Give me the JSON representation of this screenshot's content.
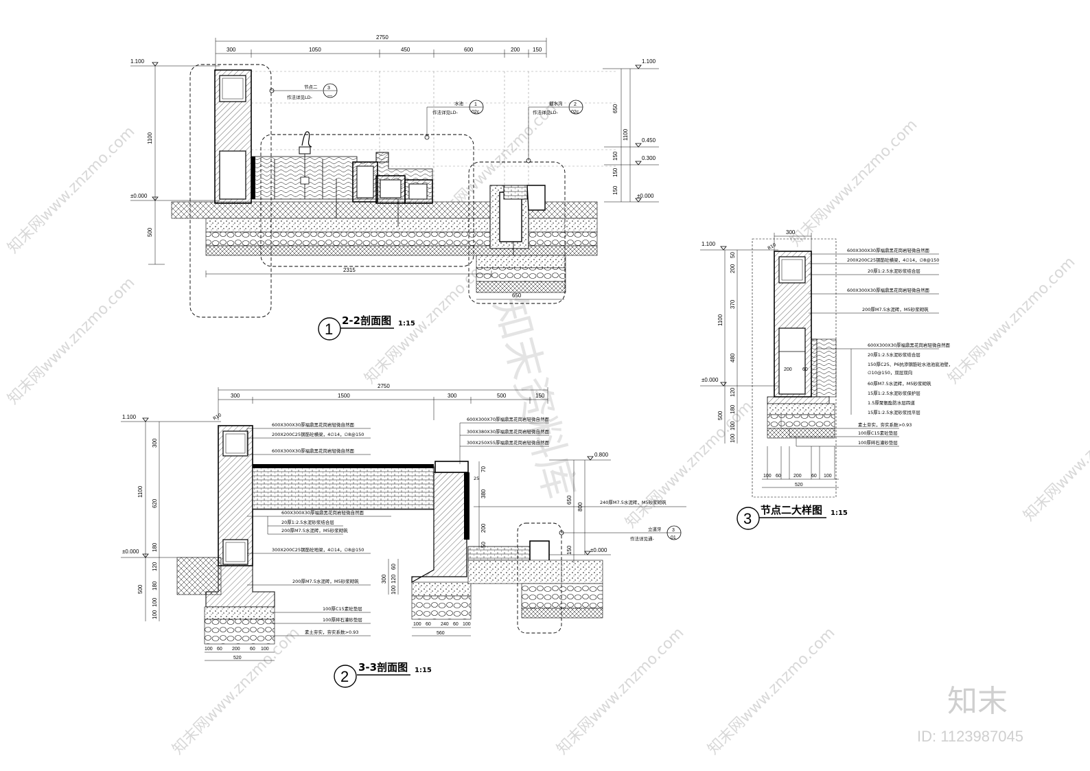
{
  "sheet": {
    "watermark_text": "知末网www.znzmo.com",
    "watermark_center": "知末资料库",
    "brand": "知末",
    "id_label": "ID: 1123987045"
  },
  "section_1": {
    "number": "1",
    "title": "2-2剖面图",
    "scale": "1:15",
    "top_total_dim": "2750",
    "top_dims": [
      "300",
      "1050",
      "450",
      "600",
      "200",
      "150"
    ],
    "bottom_dim": "2315",
    "bottom_dim_right": "650",
    "left_elev_top": "1.100",
    "left_elev_zero": "±0.000",
    "left_dims": [
      "1100",
      "500"
    ],
    "right_elev_top": "1.100",
    "right_elev_mid1": "0.450",
    "right_elev_mid2": "0.300",
    "right_elev_zero": "±0.000",
    "right_dims": [
      "650",
      "150",
      "150",
      "150"
    ],
    "right_total": "1100",
    "callout_node": {
      "label": "节点二",
      "ref": "3",
      "sub": "—",
      "note": "作法详见LD-"
    },
    "callout_pool": {
      "label": "水池",
      "ref": "1",
      "sub": "02c",
      "note": "作法详见LD-"
    },
    "callout_drain": {
      "label": "截水沟",
      "ref": "2",
      "sub": "02c",
      "note": "作法详见LD-"
    }
  },
  "section_2": {
    "number": "2",
    "title": "3-3剖面图",
    "scale": "1:15",
    "top_total_dim": "2750",
    "top_dims": [
      "300",
      "1500",
      "300",
      "500",
      "150"
    ],
    "left_elev_top": "1.100",
    "left_elev_zero": "±0.000",
    "left_dims": [
      "300",
      "620",
      "180",
      "120",
      "180",
      "100",
      "100"
    ],
    "left_totals": [
      "1100",
      "500"
    ],
    "radius": "R10",
    "mid_dim": "50",
    "right_elev_top": "0.800",
    "right_elev_zero": "±0.000",
    "right_dims": [
      "25",
      "70",
      "380",
      "200",
      "50"
    ],
    "right_totals": [
      "650",
      "800",
      "150"
    ],
    "mid_vert_dims": [
      "300",
      "60",
      "120",
      "100"
    ],
    "footing_dims": [
      "100",
      "60",
      "200",
      "60",
      "100"
    ],
    "footing_total": "520",
    "footing2_dims": [
      "100",
      "60",
      "240",
      "60",
      "100"
    ],
    "footing2_total": "560",
    "notes_top_left": [
      "600X300X30厚福鼎黑花岗岩轻微自然面",
      "200X200C25钢筋砼横梁，4∅14，∅8@150",
      "600X300X30厚福鼎黑花岗岩轻微自然面"
    ],
    "notes_mid_left": [
      "600X300X30厚福鼎黑花岗岩轻微自然面",
      "20厚1:2.5水泥砂浆结合层",
      "200厚M7.5水泥砖，M5砂浆砌筑"
    ],
    "note_beam": "300X200C25钢筋砼地梁，4∅14，∅8@150",
    "note_wall": "200厚M7.5水泥砖，M5砂浆砌筑",
    "notes_base": [
      "100厚C15素砼垫层",
      "100厚碎石灌砂垫层",
      "素土夯实，夯实系数>0.93"
    ],
    "notes_top_right": [
      "600X300X70厚福鼎黑花岗岩轻微自然面",
      "300X380X30厚福鼎黑花岗岩轻微自然面",
      "300X250X55厚福鼎黑花岗岩轻微自然面"
    ],
    "note_right_wall": "240厚M7.5水泥砖，M5砂浆砌筑",
    "callout_curb": {
      "label": "立道牙",
      "ref": "3",
      "sub": "01",
      "note": "作法详见通-"
    }
  },
  "section_3": {
    "number": "3",
    "title": "节点二大样图",
    "scale": "1:15",
    "top_dim": "300",
    "radius": "R10",
    "elev_top": "1.100",
    "elev_zero": "±0.000",
    "left_dims": [
      "50",
      "200",
      "370",
      "480",
      "120",
      "180",
      "100",
      "100"
    ],
    "left_totals": [
      "1100",
      "500"
    ],
    "inner_dims": [
      "200",
      "60"
    ],
    "footing_dims": [
      "100",
      "60",
      "200",
      "60",
      "100"
    ],
    "footing_total": "520",
    "notes": [
      "600X300X30厚福鼎黑花岗岩轻微自然面",
      "200X200C25钢筋砼横梁，4∅14，∅8@150",
      "20厚1:2.5水泥砂浆结合层",
      "600X300X30厚福鼎黑花岗岩轻微自然面",
      "200厚M7.5水泥砖，M5砂浆砌筑",
      "600X300X30厚福鼎黑花岗岩轻微自然面",
      "20厚1:2.5水泥砂浆结合层",
      "150厚C25、P6抗渗钢筋砼水池池底池壁，",
      "∅10@150，双层双向",
      "60厚M7.5水泥砖，M5砂浆砌筑",
      "15厚1:2.5水泥砂浆保护层",
      "1.5厚聚氨酯防水层四道",
      "15厚1:2.5水泥砂浆找平层",
      "素土夯实，夯实系数>0.93",
      "100厚C15素砼垫层",
      "100厚碎石灌砂垫层"
    ]
  }
}
